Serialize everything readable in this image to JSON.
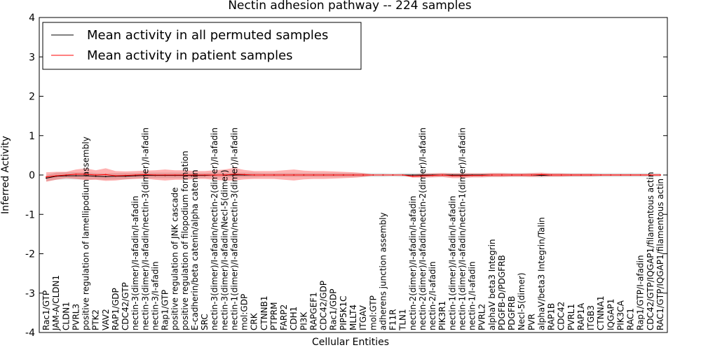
{
  "chart_data": {
    "type": "line",
    "title": "Nectin adhesion pathway -- 224 samples",
    "xlabel": "Cellular Entities",
    "ylabel": "Inferred Activity",
    "ylim": [
      -4,
      4
    ],
    "yticks": [
      -4,
      -3,
      -2,
      -1,
      0,
      1,
      2,
      3,
      4
    ],
    "legend_position": "top-left",
    "categories": [
      "Rac1/GTP",
      "JAM-A/CLDN1",
      "CLDN1",
      "PVRL3",
      "positive regulation of lamellipodium assembly",
      "PTK2",
      "VAV2",
      "RAP1/GDP",
      "CDC42/GTP",
      "nectin-3(dimer)/I-afadin/I-afadin",
      "nectin-3(dimer)/I-afadin/nectin-3(dimer)/I-afadin",
      "nectin-3/I-afadin",
      "Rap1/GTP",
      "positive regulation of JNK cascade",
      "positive regulation of filopodium formation",
      "E-cadherin/beta catenin/alpha catenin",
      "SRC",
      "nectin-3(dimer)/I-afadin/nectin-2(dimer)/I-afadin",
      "nectin-3(dimer)/I-afadin/Necl-5(dimer)",
      "nectin-1(dimer)/I-afadin/nectin-3(dimer)/I-afadin",
      "mol:GDP",
      "CRK",
      "CTNNB1",
      "PTPRM",
      "FARP2",
      "CDH1",
      "PI3K",
      "RAPGEF1",
      "CDC42/GDP",
      "Rac1/GDP",
      "PIP5K1C",
      "MLLT4",
      "ITGAV",
      "mol:GTP",
      "adherens junction assembly",
      "F11R",
      "TLN1",
      "nectin-2(dimer)/I-afadin/I-afadin",
      "nectin-2(dimer)/I-afadin/nectin-2(dimer)/I-afadin",
      "nectin-2/I-afadin",
      "PIK3R1",
      "nectin-1(dimer)/I-afadin/I-afadin",
      "nectin-1(dimer)/I-afadin/nectin-1(dimer)/I-afadin",
      "nectin-1/I-afadin",
      "PVRL2",
      "alphaV beta3 Integrin",
      "PDGFB-D/PDGFRB",
      "PDGFRB",
      "Necl-5(dimer)",
      "PVR",
      "alphaV/beta3 Integrin/Talin",
      "RAP1B",
      "CDC42",
      "PVRL1",
      "RAP1A",
      "ITGB3",
      "CTNNA1",
      "IQGAP1",
      "PIK3CA",
      "RAC1",
      "Rap1/GTP/I-afadin",
      "CDC42/GTP/IQGAP1/filamentous actin",
      "RAC1/GTP/IQGAP1/filamentous actin"
    ],
    "series": [
      {
        "name": "Mean activity in all permuted samples",
        "color": "#000000",
        "values": [
          -0.08,
          -0.03,
          -0.02,
          -0.02,
          -0.02,
          -0.03,
          -0.04,
          -0.03,
          -0.03,
          -0.02,
          -0.01,
          -0.01,
          -0.01,
          -0.01,
          -0.01,
          -0.01,
          -0.01,
          0,
          0,
          0,
          0,
          0,
          0,
          0,
          0,
          0,
          0,
          0,
          0,
          0,
          0,
          0,
          0,
          0,
          0,
          0,
          0,
          0,
          0,
          0,
          0,
          0,
          0,
          0,
          0,
          0,
          0,
          0,
          0,
          0,
          -0.01,
          0,
          0,
          0,
          0,
          0,
          0,
          0,
          0,
          0,
          0,
          0,
          0
        ],
        "band": [
          0.08,
          0.09,
          0.09,
          0.09,
          0.09,
          0.08,
          0.08,
          0.08,
          0.08,
          0.07,
          0.07,
          0.07,
          0.07,
          0.07,
          0.07,
          0.06,
          0.06,
          0.06,
          0.06,
          0.06,
          0.06,
          0.06,
          0.05,
          0.05,
          0.05,
          0.05,
          0.05,
          0.05,
          0.05,
          0.05,
          0.05,
          0.05,
          0.05,
          0.05,
          0.05,
          0.04,
          0.05,
          0.05,
          0.05,
          0.05,
          0.05,
          0.05,
          0.05,
          0.05,
          0.05,
          0.05,
          0.05,
          0.05,
          0.05,
          0.05,
          0.05,
          0.05,
          0.05,
          0.05,
          0.05,
          0.05,
          0.05,
          0.05,
          0.05,
          0.05,
          0.05,
          0.05,
          0.05
        ]
      },
      {
        "name": "Mean activity in patient samples",
        "color": "#ff0000",
        "values": [
          -0.05,
          -0.02,
          0,
          0.02,
          0.02,
          0,
          0.01,
          -0.02,
          -0.01,
          0,
          0.01,
          0,
          0,
          0,
          0,
          0,
          0,
          0,
          0,
          0.02,
          0.01,
          0,
          0,
          0,
          0,
          0,
          0,
          0,
          0,
          0,
          0,
          0,
          0,
          0,
          0,
          0,
          0,
          -0.03,
          -0.02,
          -0.01,
          0,
          -0.02,
          -0.02,
          -0.01,
          -0.01,
          0,
          0,
          0,
          0,
          0,
          0.01,
          0,
          0,
          0,
          0,
          0,
          0,
          0,
          0,
          0,
          0,
          0,
          0
        ],
        "band": [
          0.12,
          0.1,
          0.08,
          0.12,
          0.15,
          0.12,
          0.16,
          0.12,
          0.1,
          0.1,
          0.1,
          0.12,
          0.14,
          0.12,
          0.12,
          0.1,
          0.1,
          0.12,
          0.14,
          0.16,
          0.12,
          0.1,
          0.1,
          0.1,
          0.12,
          0.14,
          0.11,
          0.1,
          0.1,
          0.09,
          0.08,
          0.07,
          0.05,
          0.01,
          0.01,
          0.01,
          0.01,
          0.04,
          0.05,
          0.05,
          0.05,
          0.06,
          0.06,
          0.05,
          0.05,
          0.05,
          0.05,
          0.04,
          0.04,
          0.05,
          0.05,
          0.04,
          0.04,
          0.03,
          0.03,
          0.03,
          0.02,
          0.02,
          0.02,
          0.02,
          0.02,
          0.02,
          0.02
        ]
      }
    ]
  }
}
